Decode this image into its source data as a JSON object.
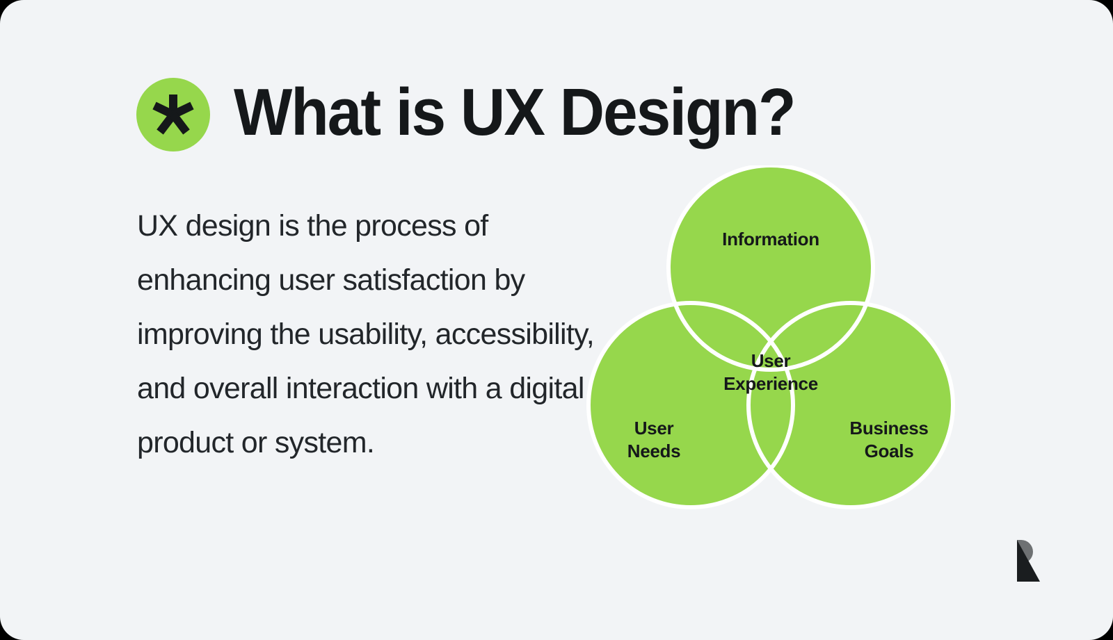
{
  "theme": {
    "background": "#000000",
    "card_background": "#f2f4f6",
    "accent_green": "#96d74c",
    "text_dark": "#15181a",
    "body_text": "#22262a",
    "stroke_white": "#ffffff",
    "logo_dark": "#1a1d1f",
    "logo_gray": "#6e7173"
  },
  "header": {
    "badge_icon": "asterisk-icon",
    "title": "What is UX Design?"
  },
  "body": {
    "paragraph": "UX design is the process of enhancing user satisfaction by improving the usability, accessibility, and overall interaction with a digital product or system.",
    "lines": [
      "UX design is the process of",
      "enhancing user satisfaction",
      "by improving the usability,",
      "accessibility, and overall",
      "interaction with a digital",
      "product or system."
    ]
  },
  "diagram": {
    "type": "venn",
    "set_count": 3,
    "circle_fill": "#96d74c",
    "circle_stroke": "#ffffff",
    "labels": {
      "top": "Information",
      "bottom_left_line1": "User",
      "bottom_left_line2": "Needs",
      "bottom_right_line1": "Business",
      "bottom_right_line2": "Goals",
      "center_line1": "User",
      "center_line2": "Experience"
    },
    "sets": [
      {
        "name": "Information",
        "position": "top"
      },
      {
        "name": "User Needs",
        "position": "bottom-left"
      },
      {
        "name": "Business Goals",
        "position": "bottom-right"
      }
    ],
    "intersection": "User Experience"
  },
  "logo": {
    "name": "brand-logo",
    "shape": "r-mark"
  }
}
